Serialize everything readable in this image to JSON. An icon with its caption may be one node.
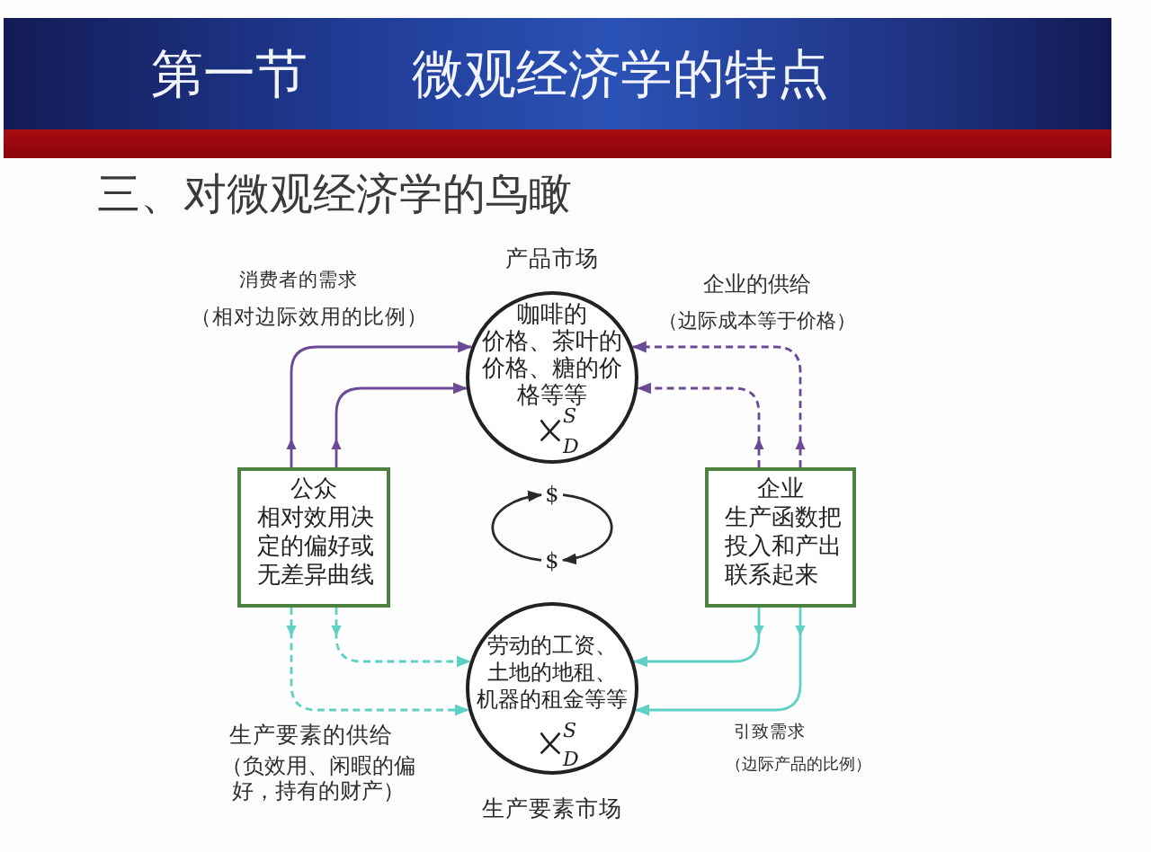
{
  "diagram": {
    "title": "第一节　　微观经济学的特点",
    "nodes": [
      {
        "text": [
          "咖啡的价格、茶叶的价格、糖的价格等等",
          "S",
          "D"
        ],
        "beside": [
          "产品市场"
        ]
      },
      {
        "text": [
          "公众",
          "相对效用决定的偏好或无差异曲线"
        ]
      },
      {
        "text": [
          "企业",
          "生产函数把投入和产出联系起来"
        ]
      },
      {
        "text": [
          "$"
        ]
      },
      {
        "text": [
          "$"
        ]
      },
      {
        "text": [
          "劳动的工资、土地的地租、机器的租金等等",
          "S",
          "D"
        ],
        "beside": [
          "生产要素市场"
        ]
      }
    ],
    "edges": [
      {
        "from": 1,
        "to": 0,
        "arrow": "to",
        "color": "#6b4a94"
      },
      {
        "from": 1,
        "to": 0,
        "arrow": "to",
        "color": "#6b4a94"
      },
      {
        "from": 2,
        "to": 0,
        "arrow": "to",
        "style": "dashed",
        "color": "#6b4a94"
      },
      {
        "from": 2,
        "to": 0,
        "arrow": "to",
        "style": "dashed",
        "color": "#6b4a94"
      },
      {
        "from": 1,
        "to": 5,
        "arrow": "to",
        "style": "dashed",
        "color": "#5fd0c6"
      },
      {
        "from": 1,
        "to": 5,
        "arrow": "to",
        "style": "dashed",
        "color": "#5fd0c6"
      },
      {
        "from": 2,
        "to": 5,
        "arrow": "to",
        "color": "#5fd0c6"
      },
      {
        "from": 2,
        "to": 5,
        "arrow": "to",
        "color": "#5fd0c6"
      },
      {
        "from": 4,
        "to": 3,
        "arrow": "to",
        "color": "#2a2a2a"
      },
      {
        "from": 3,
        "to": 4,
        "arrow": "to",
        "color": "#2a2a2a"
      }
    ],
    "labels": [
      "三、对微观经济学的鸟瞰",
      "消费者的需求",
      "（相对边际效用的比例）",
      "企业的供给",
      "（边际成本等于价格）",
      "生产要素的供给",
      "（负效用、闲暇的偏好，持有的财产）",
      "引致需求",
      "（边际产品的比例）"
    ]
  }
}
